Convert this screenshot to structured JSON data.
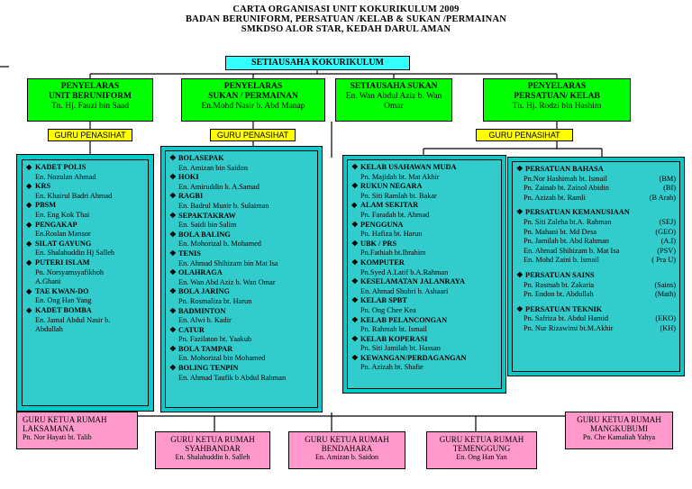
{
  "title_lines": [
    "CARTA ORGANISASI UNIT KOKURIKULUM 2009",
    "BADAN BERUNIFORM, PERSATUAN /KELAB & SUKAN /PERMAINAN",
    "SMKDSO ALOR STAR, KEDAH DARUL AMAN"
  ],
  "top_box": "SETIAUSAHA KOKURIKULUM",
  "coordinators": [
    {
      "title1": "PENYELARAS",
      "title2": "UNIT BERUNIFORM",
      "name": "Tn. Hj. Fauzi bin Saad"
    },
    {
      "title1": "PENYELARAS",
      "title2": "SUKAN / PERMAINAN",
      "name": "En.Mohd Nasir b. Abd Manap"
    },
    {
      "title1": "SETIAUSAHA SUKAN",
      "title2": "",
      "name": "En. Wan Abdul Aziz b. Wan Omar"
    },
    {
      "title1": "PENYELARAS",
      "title2": "PERSATUAN/ KELAB",
      "name": "Tn. Hj. Rodzi bin Hashim"
    }
  ],
  "advisor_label": "GURU PENASIHAT",
  "panel_uniform": [
    {
      "bullet": "◆",
      "title": "KADET POLIS",
      "names": [
        "En. Nozulan Ahmad"
      ]
    },
    {
      "bullet": "◆",
      "title": "KRS",
      "names": [
        "En. Khairul Badri Ahmad"
      ]
    },
    {
      "bullet": "◆",
      "title": "PBSM",
      "names": [
        "En. Eng Kok Thai"
      ]
    },
    {
      "bullet": "◆",
      "title": "PENGAKAP",
      "names": [
        "En.Roslan Mansor"
      ]
    },
    {
      "bullet": "◆",
      "title": "SILAT GAYUNG",
      "names": [
        "En. Shalahuddin Hj Salleh"
      ]
    },
    {
      "bullet": "◆",
      "title": "PUTERI ISLAM",
      "names": [
        "Pn. Norsyamsyafikhoh",
        "A.Ghani"
      ]
    },
    {
      "bullet": "◆",
      "title": "TAE KWAN-DO",
      "names": [
        "En. Ong Han Yang"
      ]
    },
    {
      "bullet": "◆",
      "title": "KADET BOMBA",
      "names": [
        "En. Jamal Abdul Nasir b.",
        "Abdullah"
      ]
    }
  ],
  "panel_sports": [
    {
      "bullet": "❖",
      "title": "BOLASEPAK",
      "names": [
        "En. Amizan bin Saidon"
      ]
    },
    {
      "bullet": "❖",
      "title": "HOKI",
      "names": [
        "En. Amiruddin b. A.Samad"
      ]
    },
    {
      "bullet": "❖",
      "title": "RAGBI",
      "names": [
        "En. Badrul Munir b. Sulaiman"
      ]
    },
    {
      "bullet": "❖",
      "title": "SEPAKTAKRAW",
      "names": [
        "En. Saidi bin Salim"
      ]
    },
    {
      "bullet": "❖",
      "title": "BOLA BALING",
      "names": [
        "En. Mohorizal b. Mohamed"
      ]
    },
    {
      "bullet": "❖",
      "title": "TENIS",
      "names": [
        "En. Ahmad Shihizam bin Mat Isa"
      ]
    },
    {
      "bullet": "❖",
      "title": "OLAHRAGA",
      "names": [
        "En. Wan Abd Aziz b. Wan Omar"
      ]
    },
    {
      "bullet": "❖",
      "title": "BOLA JARING",
      "names": [
        "Pn. Rosmaliza bt. Harun"
      ]
    },
    {
      "bullet": "❖",
      "title": "BADMINTON",
      "names": [
        "En. Alwi b. Kadir"
      ]
    },
    {
      "bullet": "❖",
      "title": "CATUR",
      "names": [
        "Pn. Fazilaton bt. Yaakub"
      ]
    },
    {
      "bullet": "❖",
      "title": "BOLA TAMPAR",
      "names": [
        "En. Mohorizal bin Mohamed"
      ]
    },
    {
      "bullet": "❖",
      "title": "BOLING TENPIN",
      "names": [
        "En. Ahmad Taufik b Abdul Rahman"
      ]
    }
  ],
  "panel_clubs": [
    {
      "bullet": "❖",
      "title": "KELAB USAHAWAN MUDA",
      "names": [
        "Pn. Majidah bt. Mat Akhir"
      ]
    },
    {
      "bullet": "❖",
      "title": "RUKUN NEGARA",
      "names": [
        "Pn. Siti Ramlah bt. Bakar"
      ]
    },
    {
      "bullet": "◆",
      "title": "ALAM SEKITAR",
      "names": [
        "Pn. Faradah bt. Ahmad"
      ]
    },
    {
      "bullet": "❖",
      "title": "PENGGUNA",
      "names": [
        "Pn. Hafiza bt. Harun"
      ]
    },
    {
      "bullet": "❖",
      "title": "UBK / PRS",
      "names": [
        "Pn.Fathiah bt.Ibrahim"
      ]
    },
    {
      "bullet": "❖",
      "title": "KOMPUTER",
      "names": [
        "Pn.Syed A.Latif b.A.Rahman"
      ]
    },
    {
      "bullet": "❖",
      "title": "KESELAMATAN JALANRAYA",
      "names": [
        "En. Ahmad Shubri b. Ashaari"
      ]
    },
    {
      "bullet": "❖",
      "title": "KELAB SPBT",
      "names": [
        "Pn. Ong Chee Kea"
      ]
    },
    {
      "bullet": "❖",
      "title": "KELAB PELANCONGAN",
      "names": [
        "Pn. Rahmah bt. Ismail"
      ]
    },
    {
      "bullet": "❖",
      "title": "KELAB KOPERASI",
      "names": [
        "Pn. Siti Jamilah bt. Hassan"
      ]
    },
    {
      "bullet": "❖",
      "title": "KEWANGAN/PERDAGANGAN",
      "names": [
        "Pn. Azizah bt. Shafie"
      ]
    }
  ],
  "panel_societies": [
    {
      "bullet": "❖",
      "title": "PERSATUAN BAHASA",
      "rows": [
        [
          "Pn.Nor Hashimah bt. Ismail",
          "(BM)"
        ],
        [
          "Pn. Zainab bt. Zainol Abidin",
          "(BI)"
        ],
        [
          "Pn. Azizah bt. Ramli",
          "(B Arab)"
        ]
      ]
    },
    {
      "bullet": "❖",
      "title": "PERSATUAN KEMANUSIAAN",
      "rows": [
        [
          "Pn. Siti Zaleha bt.A. Rahman",
          "(SEJ)"
        ],
        [
          "Pn. Mahani bt. Md Desa",
          "(GEO)"
        ],
        [
          "Pn. Jamilah bt. Abd Rahman",
          "(A.I)"
        ],
        [
          "En. Ahmad Shihizam b. Mat Isa",
          "(PSV)"
        ],
        [
          "En. Mohd Zaini b. Ismail",
          "( Pra U)"
        ]
      ]
    },
    {
      "bullet": "❖",
      "title": "PERSATUAN SAINS",
      "rows": [
        [
          "Pn. Rosmah bt. Zakaria",
          "(Sains)"
        ],
        [
          "Pn. Endon bt. Abdullah",
          "(Math)"
        ]
      ]
    },
    {
      "bullet": "❖",
      "title": "PERSATUAN TEKNIK",
      "rows": [
        [
          "Pn. Safriza bt. Abdul Hamid",
          "(EKO)"
        ],
        [
          "Pn. Nur Rizawimi bt.M.Akhir",
          "(KH)"
        ]
      ]
    }
  ],
  "houses": [
    {
      "label1": "GURU KETUA RUMAH",
      "label2": "LAKSAMANA",
      "name": "Pn. Nor Hayati bt. Talib"
    },
    {
      "label1": "GURU KETUA RUMAH",
      "label2": "SYAHBANDAR",
      "name": "En. Shalahuddin b. Salleh"
    },
    {
      "label1": "GURU KETUA RUMAH",
      "label2": "BENDAHARA",
      "name": "En. Amizan b. Saidon"
    },
    {
      "label1": "GURU KETUA RUMAH",
      "label2": "TEMENGGUNG",
      "name": "En. Ong Han Yan"
    },
    {
      "label1": "GURU KETUA RUMAH",
      "label2": "MANGKUBUMI",
      "name": "Pn. Che Kamaliah Yahya"
    }
  ]
}
